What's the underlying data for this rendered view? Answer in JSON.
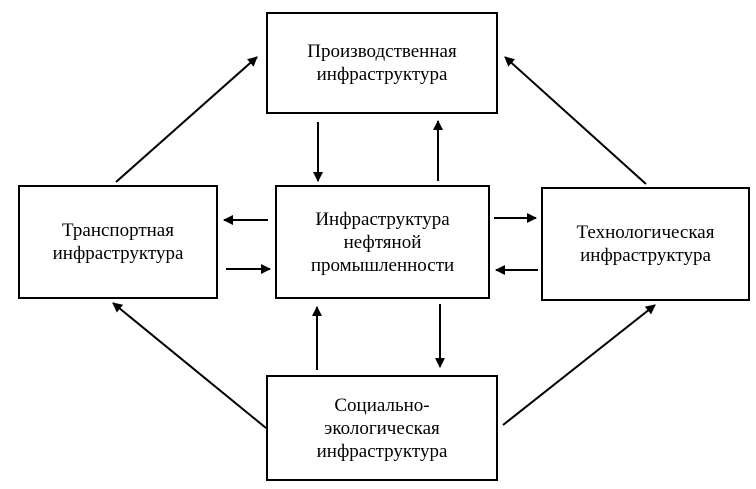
{
  "nodes": {
    "production": "Производственная\nинфраструктура",
    "central": "Инфраструктура\nнефтяной\nпромышленности",
    "transport": "Транспортная\nинфраструктура",
    "technological": "Технологическая\nинфраструктура",
    "social": "Социально-\nэкологическая\nинфраструктура"
  },
  "edges": [
    {
      "from": "production",
      "to": "central"
    },
    {
      "from": "central",
      "to": "production"
    },
    {
      "from": "central",
      "to": "transport"
    },
    {
      "from": "transport",
      "to": "central"
    },
    {
      "from": "central",
      "to": "technological"
    },
    {
      "from": "technological",
      "to": "central"
    },
    {
      "from": "social",
      "to": "central"
    },
    {
      "from": "central",
      "to": "social"
    },
    {
      "from": "transport",
      "to": "production"
    },
    {
      "from": "technological",
      "to": "production"
    },
    {
      "from": "social",
      "to": "transport"
    },
    {
      "from": "social",
      "to": "technological"
    }
  ],
  "colors": {
    "stroke": "#000000",
    "background": "#ffffff"
  }
}
